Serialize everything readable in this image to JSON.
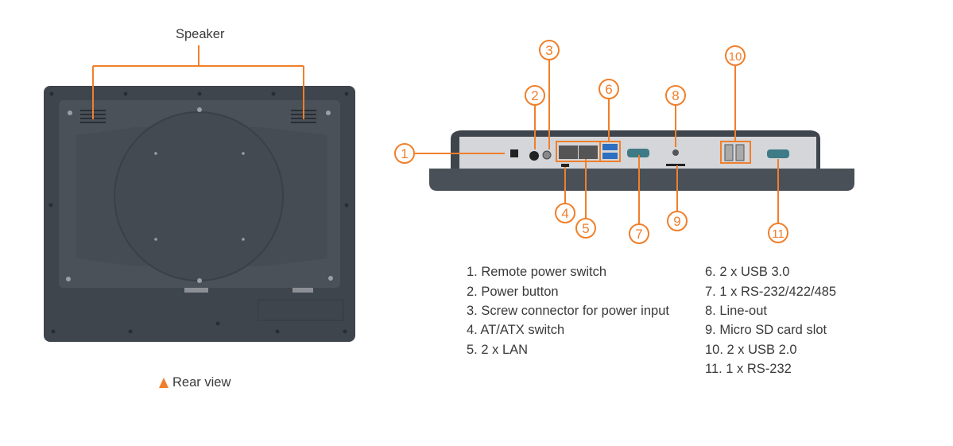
{
  "rear_view": {
    "speaker_label": "Speaker",
    "caption": "Rear view",
    "caption_marker": "triangle-icon"
  },
  "callouts": [
    "1",
    "2",
    "3",
    "4",
    "5",
    "6",
    "7",
    "8",
    "9",
    "10",
    "11"
  ],
  "legend": {
    "left": [
      "1. Remote power switch",
      "2. Power button",
      "3. Screw connector for power input",
      "4. AT/ATX switch",
      "5. 2 x LAN"
    ],
    "right": [
      "6. 2 x USB 3.0",
      "7. 1 x RS-232/422/485",
      "8. Line-out",
      "9. Micro SD card slot",
      "10. 2 x USB 2.0",
      "11. 1 x RS-232"
    ]
  },
  "colors": {
    "accent": "#f07f2b",
    "housing": "#454c54",
    "text": "#3a3a3a"
  }
}
